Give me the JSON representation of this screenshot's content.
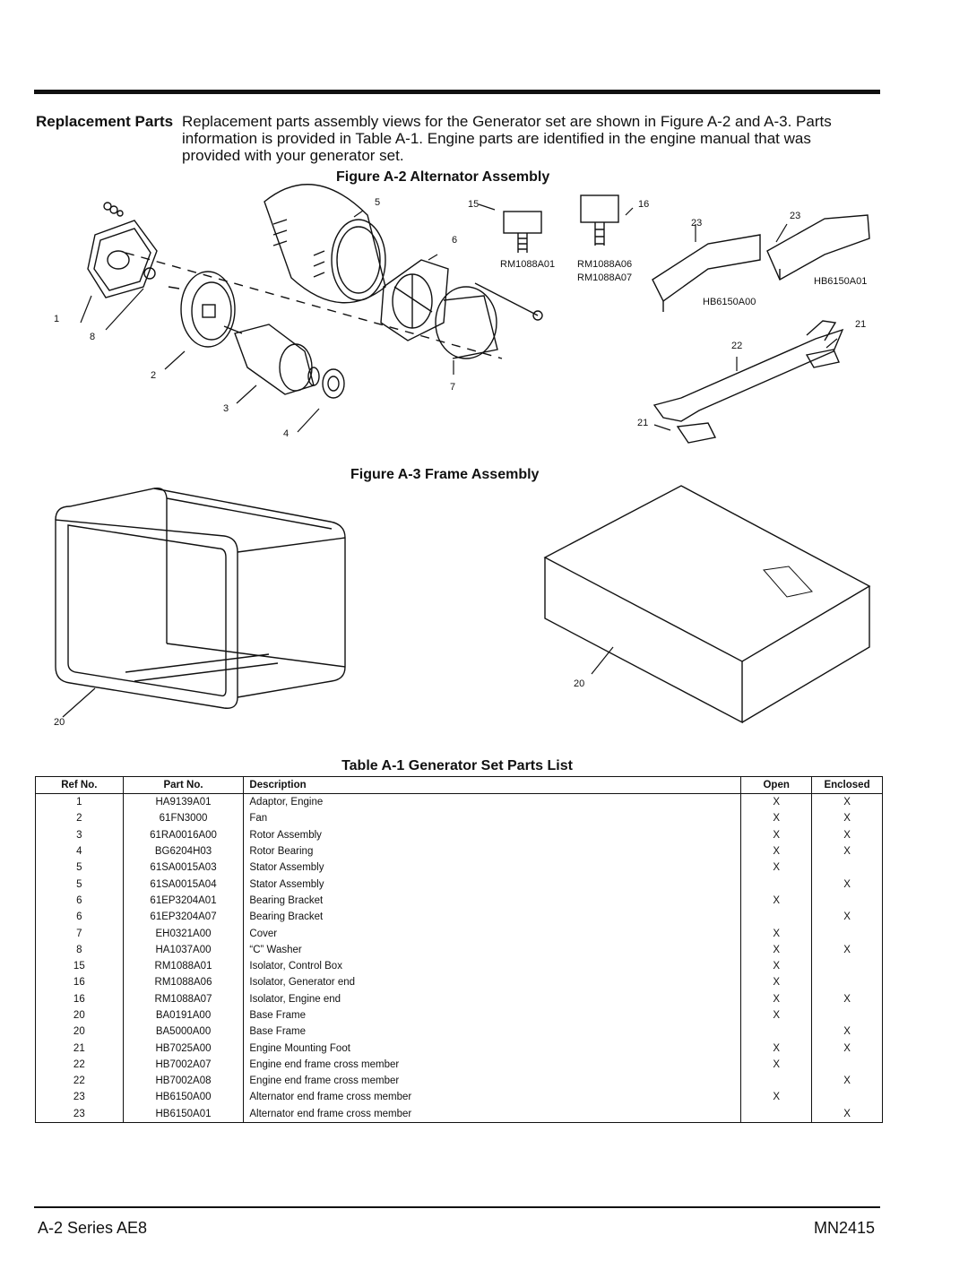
{
  "intro": {
    "lead": "Replacement Parts",
    "body": "Replacement parts assembly views for the Generator set are shown in Figure A-2 and A-3. Parts information is provided in Table A-1.  Engine parts are identified in the engine manual that was provided with your generator set."
  },
  "figure_a2": {
    "title": "Figure A-2 Alternator Assembly",
    "callouts": [
      "1",
      "2",
      "3",
      "4",
      "5",
      "6",
      "7",
      "8",
      "15",
      "16",
      "23",
      "23",
      "21",
      "22",
      "21"
    ],
    "part_labels": [
      "RM1088A01",
      "RM1088A06",
      "RM1088A07",
      "HB6150A00",
      "HB6150A01"
    ]
  },
  "figure_a3": {
    "title": "Figure A-3 Frame Assembly",
    "callouts": [
      "20",
      "20"
    ]
  },
  "table": {
    "title": "Table A-1  Generator Set Parts List",
    "headers": [
      "Ref No.",
      "Part No.",
      "Description",
      "Open",
      "Enclosed"
    ],
    "rows": [
      [
        "1",
        "HA9139A01",
        "Adaptor, Engine",
        "X",
        "X"
      ],
      [
        "2",
        "61FN3000",
        "Fan",
        "X",
        "X"
      ],
      [
        "3",
        "61RA0016A00",
        "Rotor Assembly",
        "X",
        "X"
      ],
      [
        "4",
        "BG6204H03",
        "Rotor Bearing",
        "X",
        "X"
      ],
      [
        "5",
        "61SA0015A03",
        "Stator Assembly",
        "X",
        ""
      ],
      [
        "5",
        "61SA0015A04",
        "Stator Assembly",
        "",
        "X"
      ],
      [
        "6",
        "61EP3204A01",
        "Bearing Bracket",
        "X",
        ""
      ],
      [
        "6",
        "61EP3204A07",
        "Bearing Bracket",
        "",
        "X"
      ],
      [
        "7",
        "EH0321A00",
        "Cover",
        "X",
        ""
      ],
      [
        "8",
        "HA1037A00",
        "“C” Washer",
        "X",
        "X"
      ],
      [
        "15",
        "RM1088A01",
        "Isolator, Control Box",
        "X",
        ""
      ],
      [
        "16",
        "RM1088A06",
        "Isolator, Generator end",
        "X",
        ""
      ],
      [
        "16",
        "RM1088A07",
        "Isolator, Engine end",
        "X",
        "X"
      ],
      [
        "20",
        "BA0191A00",
        "Base Frame",
        "X",
        ""
      ],
      [
        "20",
        "BA5000A00",
        "Base Frame",
        "",
        "X"
      ],
      [
        "21",
        "HB7025A00",
        "Engine Mounting Foot",
        "X",
        "X"
      ],
      [
        "22",
        "HB7002A07",
        "Engine end frame cross member",
        "X",
        ""
      ],
      [
        "22",
        "HB7002A08",
        "Engine end frame cross member",
        "",
        "X"
      ],
      [
        "23",
        "HB6150A00",
        "Alternator end frame cross member",
        "X",
        ""
      ],
      [
        "23",
        "HB6150A01",
        "Alternator end frame cross member",
        "",
        "X"
      ]
    ]
  },
  "footer": {
    "left": "A-2 Series AE8",
    "right": "MN2415"
  }
}
